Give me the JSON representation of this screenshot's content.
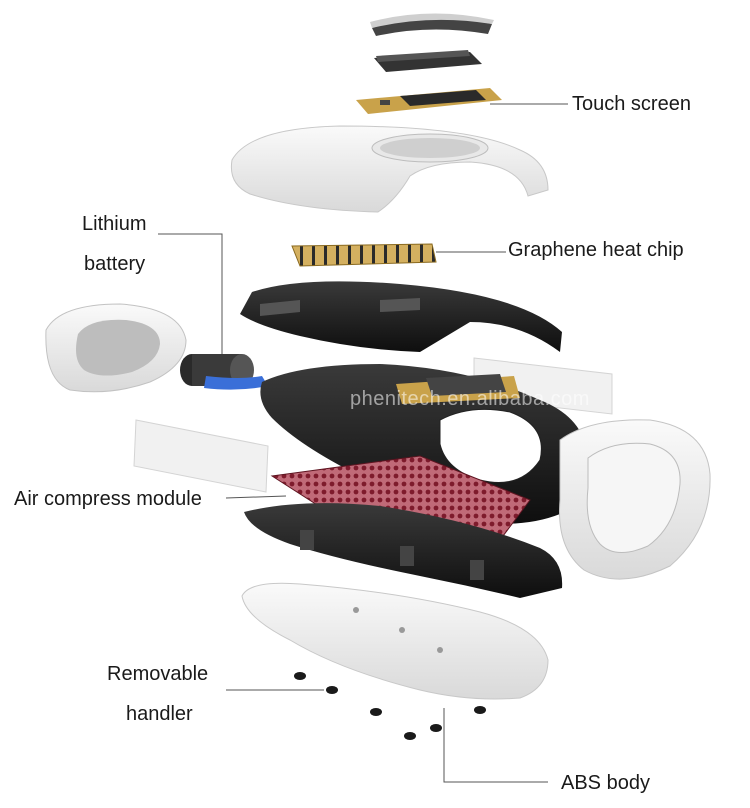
{
  "labels": {
    "touch_screen": "Touch screen",
    "lithium": "Lithium",
    "battery": "battery",
    "graphene": "Graphene heat chip",
    "air_compress": "Air compress module",
    "removable": "Removable",
    "handler": "handler",
    "abs_body": "ABS body"
  },
  "watermark": "phenitech.en.alibaba.com",
  "colors": {
    "shell_white": "#eeeeee",
    "frame_black": "#1c1c1c",
    "pcb_gold": "#c9a24a",
    "heat_pad_red": "#9b2b3b",
    "battery_blue": "#3a6fd8",
    "leader_line": "#555555"
  }
}
